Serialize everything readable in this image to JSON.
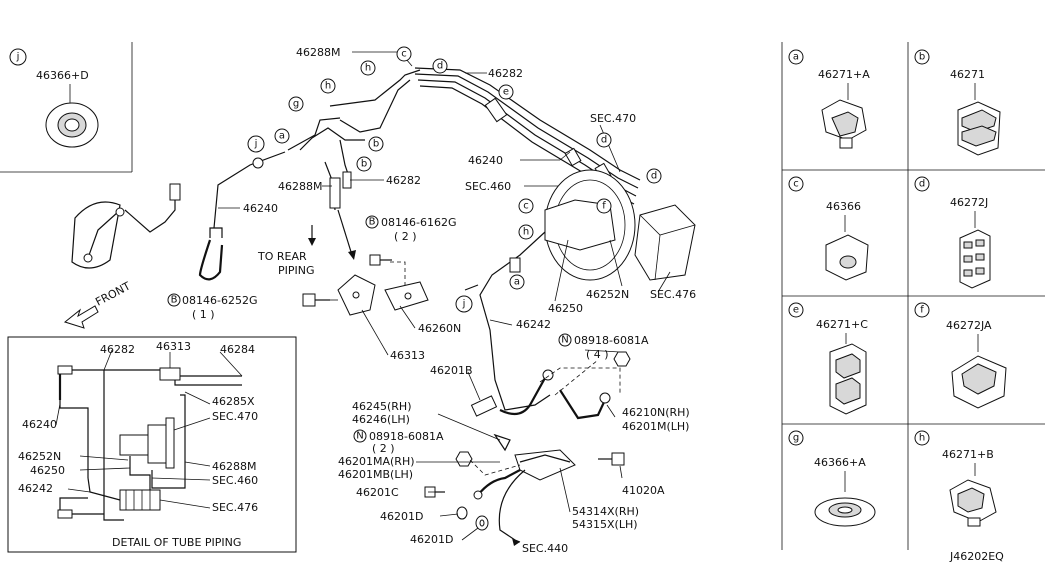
{
  "diagram_code": "J46202EQ",
  "main": {
    "callouts": {
      "46288M_top": "46288M",
      "46282_top": "46282",
      "46240_mid": "46240",
      "46288M_mid": "46288M",
      "46282_mid": "46282",
      "46240_left": "46240",
      "sec470": "SEC.470",
      "sec460": "SEC.460",
      "sec476": "SEC.476",
      "bolt_08146_6162G": "08146-6162G",
      "bolt_08146_6162G_qty": "( 2 )",
      "bolt_08146_6252G": "08146-6252G",
      "bolt_08146_6252G_qty": "( 1 )",
      "to_rear": "TO REAR",
      "piping": "PIPING",
      "front": "FRONT",
      "46260N": "46260N",
      "46313_mid": "46313",
      "46250": "46250",
      "46252N": "46252N",
      "46242_mid": "46242",
      "nut_08918_6081A_right": "08918-6081A",
      "nut_08918_6081A_right_qty": "( 4 )",
      "46201B": "46201B",
      "46245": "46245(RH)",
      "46246": "46246(LH)",
      "46210N": "46210N(RH)",
      "46201M": "46201M(LH)",
      "nut_08918_6081A_left": "08918-6081A",
      "nut_08918_6081A_left_qty": "( 2 )",
      "46201MA": "46201MA(RH)",
      "46201MB": "46201MB(LH)",
      "46201C": "46201C",
      "41020A": "41020A",
      "46201D_1": "46201D",
      "46201D_2": "46201D",
      "54314X": "54314X(RH)",
      "54315X": "54315X(LH)",
      "sec440": "SEC.440"
    },
    "markers": {
      "a": "a",
      "b": "b",
      "c": "c",
      "d": "d",
      "e": "e",
      "f": "f",
      "g": "g",
      "h": "h",
      "j": "j",
      "N": "N",
      "B": "B"
    }
  },
  "inset_j": {
    "letter": "j",
    "part": "46366+D"
  },
  "detail": {
    "title": "DETAIL OF TUBE PIPING",
    "labels": {
      "46282": "46282",
      "46313": "46313",
      "46284": "46284",
      "46285X": "46285X",
      "46240": "46240",
      "sec470": "SEC.470",
      "46252N": "46252N",
      "46250": "46250",
      "46288M": "46288M",
      "sec460": "SEC.460",
      "46242": "46242",
      "sec476": "SEC.476"
    }
  },
  "clip_panels": [
    {
      "letter": "a",
      "part": "46271+A"
    },
    {
      "letter": "b",
      "part": "46271"
    },
    {
      "letter": "c",
      "part": "46366"
    },
    {
      "letter": "d",
      "part": "46272J"
    },
    {
      "letter": "e",
      "part": "46271+C"
    },
    {
      "letter": "f",
      "part": "46272JA"
    },
    {
      "letter": "g",
      "part": "46366+A"
    },
    {
      "letter": "h",
      "part": "46271+B"
    }
  ]
}
